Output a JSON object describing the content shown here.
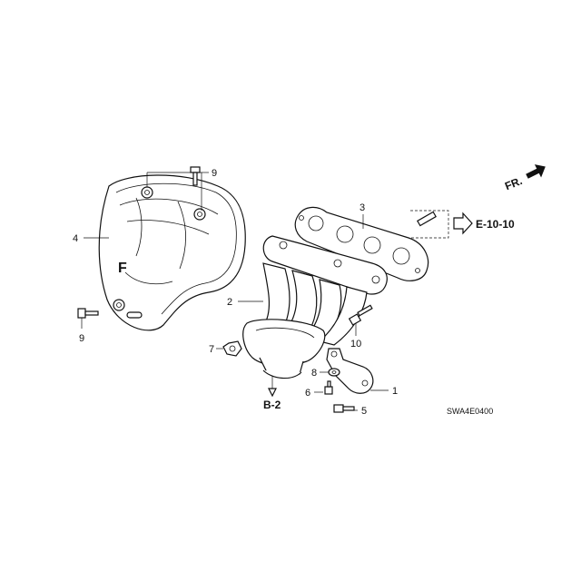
{
  "callouts": {
    "part1": "1",
    "part2": "2",
    "part3": "3",
    "part4": "4",
    "part5": "5",
    "part6": "6",
    "part7": "7",
    "part8": "8",
    "part9_top": "9",
    "part9_left": "9",
    "part10": "10"
  },
  "refs": {
    "front_arrow": "FR.",
    "e_ref": "E-10-10",
    "b_ref": "B-2"
  },
  "heat_shield_mark": "F",
  "diagram_code": "SWA4E0400"
}
